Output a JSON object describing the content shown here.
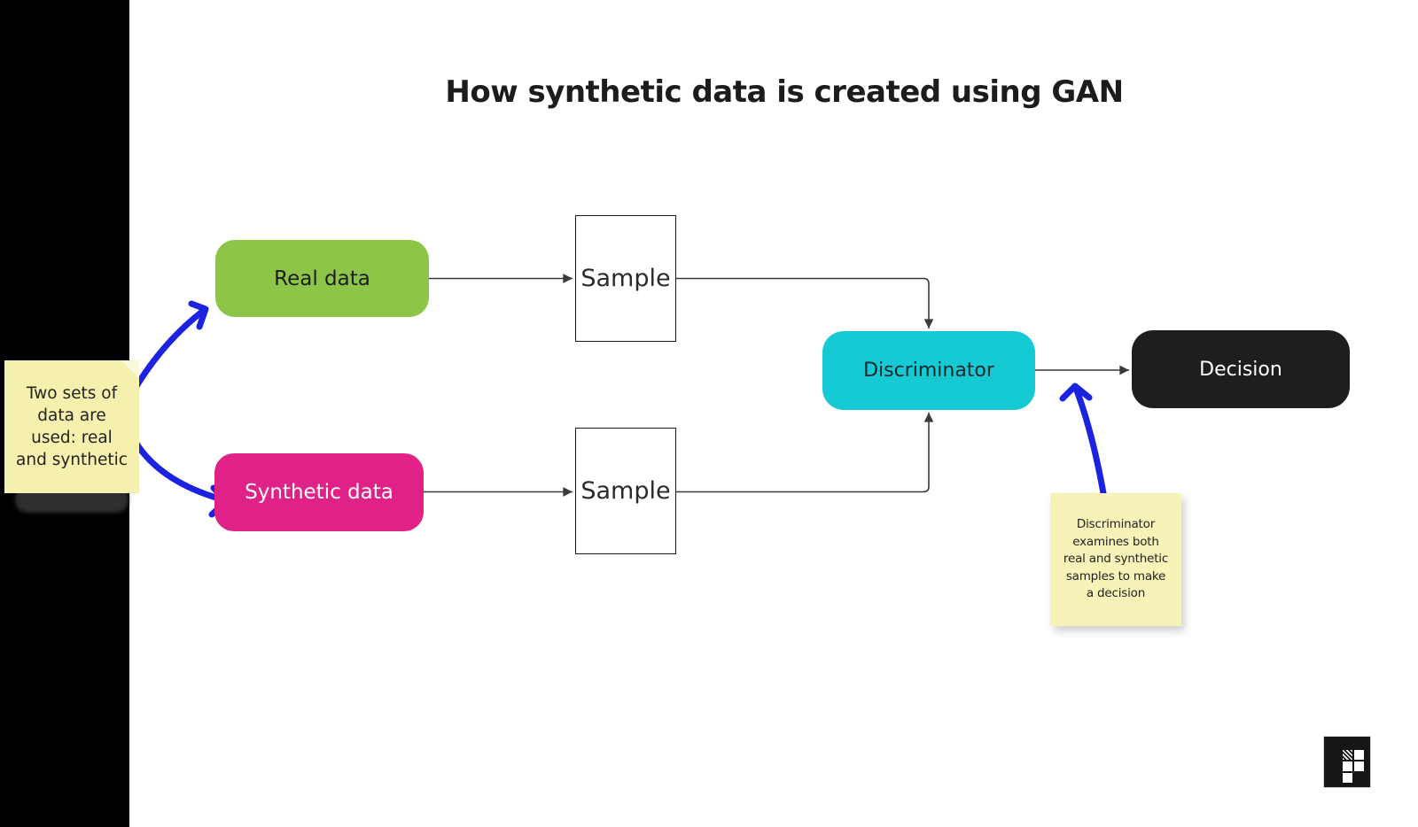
{
  "title": "How synthetic data is created using GAN",
  "diagram": {
    "nodes": {
      "real_data": {
        "label": "Real data",
        "color": "#8dc549",
        "text_color": "#1d1d1d"
      },
      "synthetic_data": {
        "label": "Synthetic data",
        "color": "#e02288",
        "text_color": "#ffffff"
      },
      "sample_top": {
        "label": "Sample",
        "color": "#ffffff",
        "text_color": "#2a2a2a"
      },
      "sample_bottom": {
        "label": "Sample",
        "color": "#ffffff",
        "text_color": "#2a2a2a"
      },
      "discriminator": {
        "label": "Discriminator",
        "color": "#16cad4",
        "text_color": "#12282b"
      },
      "decision": {
        "label": "Decision",
        "color": "#1e1e1e",
        "text_color": "#ffffff"
      }
    },
    "notes": {
      "left": {
        "text": "Two sets of\ndata are\nused: real\nand synthetic",
        "color": "#f5f0ae"
      },
      "right": {
        "text": "Discriminator\nexamines both\nreal and synthetic\nsamples to make\na decision",
        "color": "#f6f2b8"
      }
    }
  },
  "colors": {
    "bar": "#000000",
    "connector": "#3a3a3a",
    "annotation_blue": "#1b22e0",
    "node_green": "#8dc549",
    "node_pink": "#e02288",
    "node_teal": "#16cad4",
    "node_black": "#1e1e1e",
    "note_yellow": "#f5f0ae"
  },
  "footer": {
    "logo_icon": "grid-squares-logo"
  }
}
